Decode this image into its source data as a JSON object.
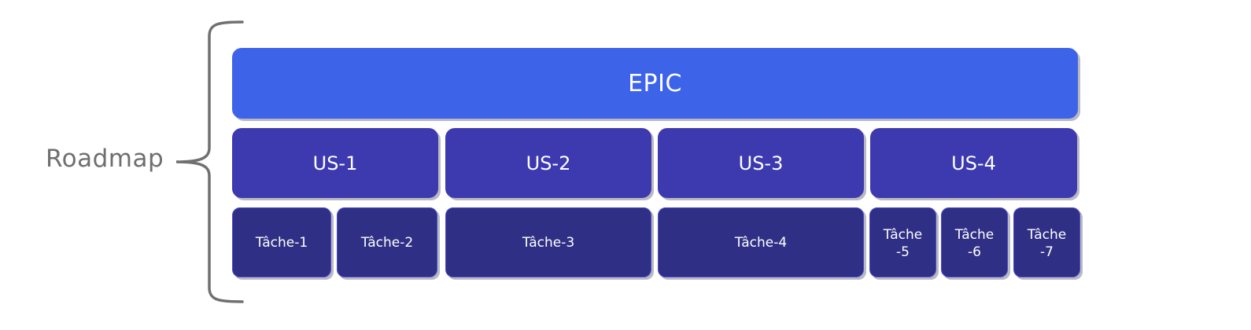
{
  "side_label": "Roadmap",
  "epic": {
    "label": "EPIC"
  },
  "user_stories": [
    {
      "label": "US-1"
    },
    {
      "label": "US-2"
    },
    {
      "label": "US-3"
    },
    {
      "label": "US-4"
    }
  ],
  "tasks": [
    {
      "label": "Tâche-1"
    },
    {
      "label": "Tâche-2"
    },
    {
      "label": "Tâche-3"
    },
    {
      "label": "Tâche-4"
    },
    {
      "label": "Tâche\n-5"
    },
    {
      "label": "Tâche\n-6"
    },
    {
      "label": "Tâche\n-7"
    }
  ],
  "colors": {
    "epic": "#3d63e8",
    "user_story": "#3d3ab0",
    "task": "#2f2f85",
    "label_text": "#6f6f6f"
  }
}
